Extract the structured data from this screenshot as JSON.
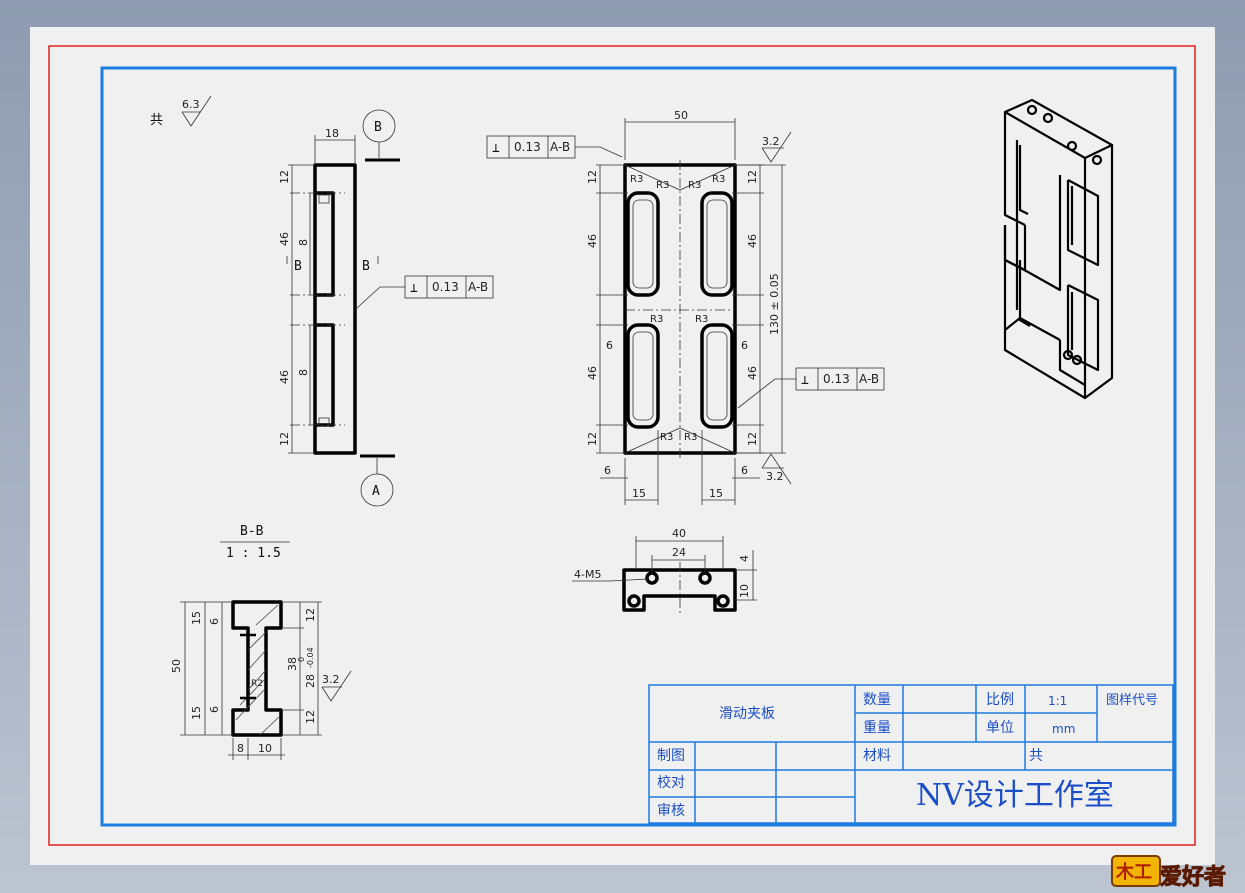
{
  "sheet": {
    "gong_label": "共",
    "roughness_general": "6.3"
  },
  "front_view": {
    "dims": {
      "width": "18",
      "seg1": "12",
      "seg2": "46",
      "seg3": "46",
      "seg4": "12",
      "inner1": "8",
      "inner2": "8"
    },
    "section_marks": [
      "B",
      "B"
    ],
    "datum_top": "B",
    "datum_bottom": "A",
    "tolerance": {
      "symbol": "⊥",
      "value": "0.13",
      "datum": "A-B"
    }
  },
  "top_view": {
    "dims": {
      "width": "50",
      "left_seg1": "12",
      "left_seg2": "46",
      "left_seg3": "6",
      "left_seg4": "46",
      "left_seg5": "12",
      "right_seg1": "12",
      "right_seg2": "46",
      "right_seg3": "6",
      "right_seg4": "46",
      "right_seg5": "12",
      "total": "130 ± 0.05",
      "bottom_left_6": "6",
      "bottom_right_6": "6",
      "bottom_left_15": "15",
      "bottom_right_15": "15"
    },
    "radii": [
      "R3",
      "R3",
      "R3",
      "R3",
      "R3",
      "R3",
      "R3",
      "R3"
    ],
    "roughness_top": "3.2",
    "roughness_bottom": "3.2",
    "tolerance_top": {
      "symbol": "⊥",
      "value": "0.13",
      "datum": "A-B"
    },
    "tolerance_right": {
      "symbol": "⊥",
      "value": "0.13",
      "datum": "A-B"
    }
  },
  "end_view": {
    "dims": {
      "outer": "40",
      "inner": "24",
      "h1": "4",
      "h2": "10"
    },
    "thread_label": "4-M5"
  },
  "section_view": {
    "title": "B-B",
    "scale": "1 : 1.5",
    "dims": {
      "height": "50",
      "left_15a": "15",
      "left_6a": "6",
      "left_6b": "6",
      "left_15b": "15",
      "right_12a": "12",
      "right_38": "38",
      "right_28": "28",
      "tol_upper": "0",
      "tol_lower": "-0.04",
      "right_12b": "12",
      "bottom_8": "8",
      "bottom_10": "10",
      "radius": "R2"
    },
    "roughness": "3.2"
  },
  "title_block": {
    "part_name": "滑动夹板",
    "quantity_label": "数量",
    "weight_label": "重量",
    "scale_label": "比例",
    "scale_value": "1:1",
    "unit_label": "单位",
    "unit_value": "mm",
    "drawing_no_label": "图样代号",
    "material_label": "材料",
    "total_label": "共",
    "drawn_label": "制图",
    "check_label": "校对",
    "review_label": "审核",
    "company": "NV设计工作室"
  },
  "watermark": {
    "text": "爱好者",
    "badge": "木工"
  },
  "colors": {
    "frame_blue": "#1e7be0",
    "border_red": "#e0201e",
    "paper": "#f0f0f0",
    "title_text": "#1a4fc9"
  }
}
